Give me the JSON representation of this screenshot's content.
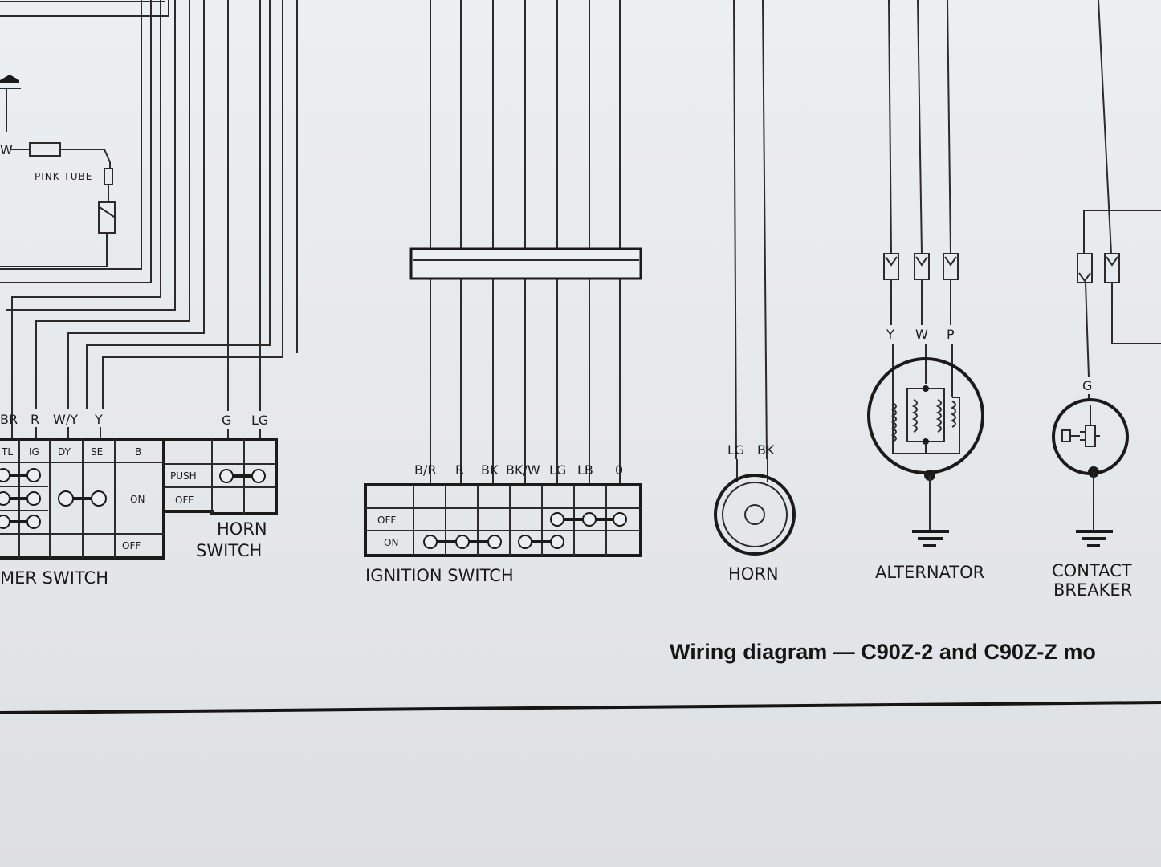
{
  "caption": "Wiring diagram — C90Z-2 and C90Z-Z mo",
  "left_block": {
    "tube_label": "PINK TUBE",
    "wire_label_w": "W",
    "wire_labels": [
      "BR",
      "R",
      "W/Y",
      "Y"
    ],
    "dimmer": {
      "headers": [
        "TL",
        "IG",
        "DY",
        "SE",
        "B"
      ],
      "on": "ON",
      "off": "OFF",
      "label": "MER SWITCH"
    }
  },
  "horn_switch": {
    "wire_labels": [
      "G",
      "LG"
    ],
    "rows": [
      "PUSH",
      "OFF"
    ],
    "label_line1": "HORN",
    "label_line2": "SWITCH"
  },
  "ignition_switch": {
    "wire_labels": [
      "B/R",
      "R",
      "BK",
      "BK/W",
      "LG",
      "LB",
      "0"
    ],
    "rows": [
      "OFF",
      "ON"
    ],
    "label": "IGNITION SWITCH"
  },
  "horn": {
    "wire_labels": [
      "LG",
      "BK"
    ],
    "label": "HORN"
  },
  "alternator": {
    "wire_labels": [
      "Y",
      "W",
      "P"
    ],
    "label": "ALTERNATOR"
  },
  "contact_breaker": {
    "wire_labels": [
      "G"
    ],
    "label_line1": "CONTACT",
    "label_line2": "BREAKER"
  }
}
